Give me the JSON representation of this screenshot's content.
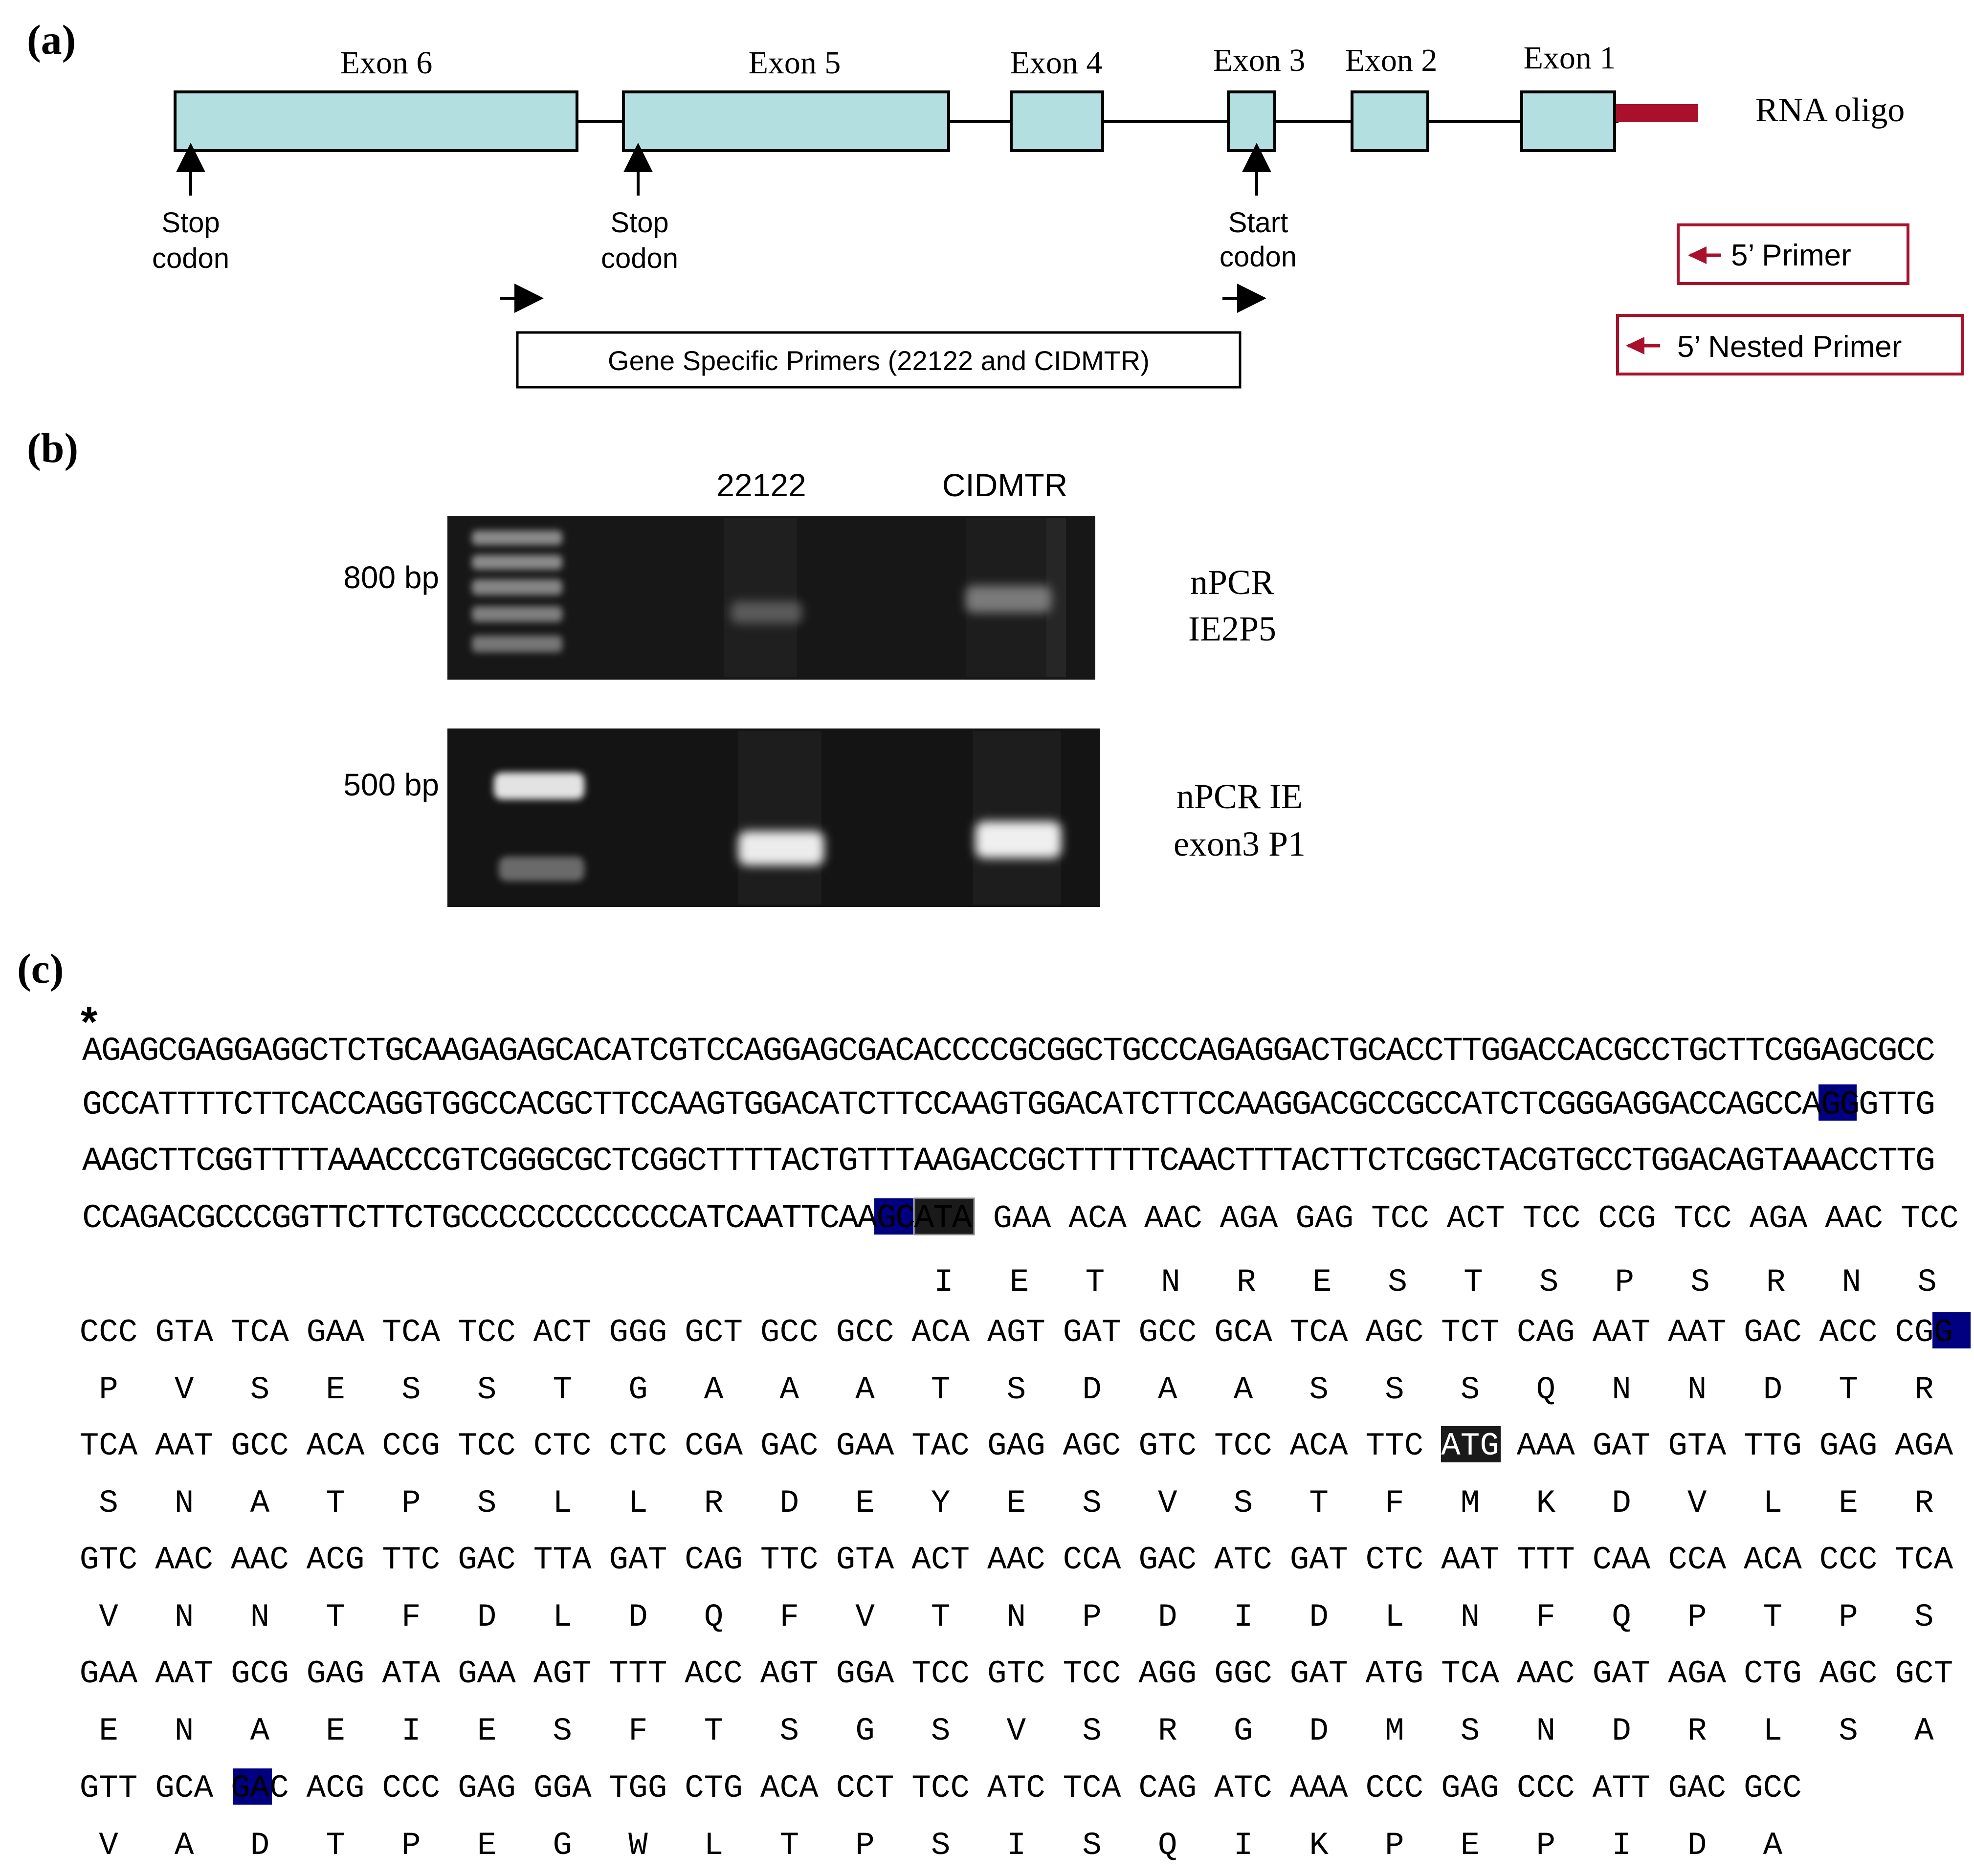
{
  "panel_a": {
    "label": "(a)",
    "exons": [
      "Exon 6",
      "Exon 5",
      "Exon 4",
      "Exon 3",
      "Exon 2",
      "Exon 1"
    ],
    "rna_oligo_label": "RNA oligo",
    "markers": [
      {
        "line1": "Stop",
        "line2": "codon"
      },
      {
        "line1": "Stop",
        "line2": "codon"
      },
      {
        "line1": "Start",
        "line2": "codon"
      }
    ],
    "gene_specific_primers": "Gene Specific Primers (22122 and CIDMTR)",
    "primer_5": "5’ Primer",
    "nested_primer_5": "5’ Nested Primer",
    "colors": {
      "exon_fill": "#b4dfe0",
      "primer_red": "#a8102b",
      "oligo_red": "#a8102b"
    }
  },
  "panel_b": {
    "label": "(b)",
    "lanes": [
      "22122",
      "CIDMTR"
    ],
    "gel1": {
      "size_marker": "800 bp",
      "title_line1": "nPCR",
      "title_line2": "IE2P5"
    },
    "gel2": {
      "size_marker": "500 bp",
      "title_line1": "nPCR IE",
      "title_line2": "exon3 P1"
    }
  },
  "panel_c": {
    "label": "(c)",
    "asterisk": "*",
    "highlight_colors": {
      "navy": "#000080",
      "black": "#1a1a1a"
    },
    "lines": [
      "AGAGCGAGGAGGCTCTGCAAGAGAGCACATCGTCCAGGAGCGACACCCCGCGGCTGCCCAGAGGACTGCACCTTGGACCACGCCTGCTTCGGAGCGCC",
      "GCCATTTTCTTCACCAGGTGGCCACGCTTCCAAGTGGACATCTTCCAAGTGGACATCTTCCAAGGACGCCGCCATCTCGGGAGGACCAGCCAGGGTTG",
      "AAGCTTCGGTTTTAAACCCGTCGGGCGCTCGGCTTTTACTGTTTAAGACCGCTTTTTCAACTTTACTTCTCGGCTACGTGCCTGGACAGTAAACCTTG",
      "CCAGACGCCCGGTTCTTCTGCCCCCCCCCCCCATCAATTCAAGCATA"
    ],
    "line2_highlight": "GG",
    "line4_highlight_navy": "GC",
    "line4_highlight_black": "ATA",
    "line4_codons": [
      "GAA",
      "ACA",
      "AAC",
      "AGA",
      "GAG",
      "TCC",
      "ACT",
      "TCC",
      "CCG",
      "TCC",
      "AGA",
      "AAC",
      "TCC"
    ],
    "line4_aa": [
      "I",
      "E",
      "T",
      "N",
      "R",
      "E",
      "S",
      "T",
      "S",
      "P",
      "S",
      "R",
      "N",
      "S"
    ],
    "codon_rows": [
      {
        "codons": [
          "CCC",
          "GTA",
          "TCA",
          "GAA",
          "TCA",
          "TCC",
          "ACT",
          "GGG",
          "GCT",
          "GCC",
          "GCC",
          "ACA",
          "AGT",
          "GAT",
          "GCC",
          "GCA",
          "TCA",
          "AGC",
          "TCT",
          "CAG",
          "AAT",
          "AAT",
          "GAC",
          "ACC",
          "CGG"
        ],
        "aa": [
          "P",
          "V",
          "S",
          "E",
          "S",
          "S",
          "T",
          "G",
          "A",
          "A",
          "A",
          "T",
          "S",
          "D",
          "A",
          "A",
          "S",
          "S",
          "S",
          "Q",
          "N",
          "N",
          "D",
          "T",
          "R"
        ]
      },
      {
        "codons": [
          "TCA",
          "AAT",
          "GCC",
          "ACA",
          "CCG",
          "TCC",
          "CTC",
          "CTC",
          "CGA",
          "GAC",
          "GAA",
          "TAC",
          "GAG",
          "AGC",
          "GTC",
          "TCC",
          "ACA",
          "TTC",
          "ATG",
          "AAA",
          "GAT",
          "GTA",
          "TTG",
          "GAG",
          "AGA"
        ],
        "aa": [
          "S",
          "N",
          "A",
          "T",
          "P",
          "S",
          "L",
          "L",
          "R",
          "D",
          "E",
          "Y",
          "E",
          "S",
          "V",
          "S",
          "T",
          "F",
          "M",
          "K",
          "D",
          "V",
          "L",
          "E",
          "R"
        ]
      },
      {
        "codons": [
          "GTC",
          "AAC",
          "AAC",
          "ACG",
          "TTC",
          "GAC",
          "TTA",
          "GAT",
          "CAG",
          "TTC",
          "GTA",
          "ACT",
          "AAC",
          "CCA",
          "GAC",
          "ATC",
          "GAT",
          "CTC",
          "AAT",
          "TTT",
          "CAA",
          "CCA",
          "ACA",
          "CCC",
          "TCA"
        ],
        "aa": [
          "V",
          "N",
          "N",
          "T",
          "F",
          "D",
          "L",
          "D",
          "Q",
          "F",
          "V",
          "T",
          "N",
          "P",
          "D",
          "I",
          "D",
          "L",
          "N",
          "F",
          "Q",
          "P",
          "T",
          "P",
          "S"
        ]
      },
      {
        "codons": [
          "GAA",
          "AAT",
          "GCG",
          "GAG",
          "ATA",
          "GAA",
          "AGT",
          "TTT",
          "ACC",
          "AGT",
          "GGA",
          "TCC",
          "GTC",
          "TCC",
          "AGG",
          "GGC",
          "GAT",
          "ATG",
          "TCA",
          "AAC",
          "GAT",
          "AGA",
          "CTG",
          "AGC",
          "GCT"
        ],
        "aa": [
          "E",
          "N",
          "A",
          "E",
          "I",
          "E",
          "S",
          "F",
          "T",
          "S",
          "G",
          "S",
          "V",
          "S",
          "R",
          "G",
          "D",
          "M",
          "S",
          "N",
          "D",
          "R",
          "L",
          "S",
          "A"
        ]
      },
      {
        "codons": [
          "GTT",
          "GCA",
          "GAC",
          "ACG",
          "CCC",
          "GAG",
          "GGA",
          "TGG",
          "CTG",
          "ACA",
          "CCT",
          "TCC",
          "ATC",
          "TCA",
          "CAG",
          "ATC",
          "AAA",
          "CCC",
          "GAG",
          "CCC",
          "ATT",
          "GAC",
          "GCC"
        ],
        "aa": [
          "V",
          "A",
          "D",
          "T",
          "P",
          "E",
          "G",
          "W",
          "L",
          "T",
          "P",
          "S",
          "I",
          "S",
          "Q",
          "I",
          "K",
          "P",
          "E",
          "P",
          "I",
          "D",
          "A"
        ]
      }
    ]
  }
}
